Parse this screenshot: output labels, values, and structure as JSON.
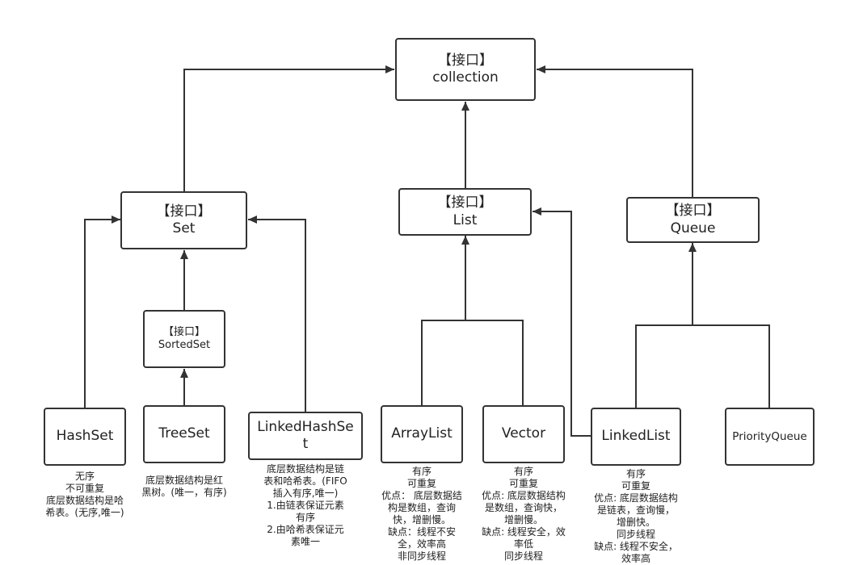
{
  "nodes": {
    "collection": {
      "line1": "【接口】",
      "line2": "collection"
    },
    "set": {
      "line1": "【接口】",
      "line2": "Set"
    },
    "list": {
      "line1": "【接口】",
      "line2": "List"
    },
    "queue": {
      "line1": "【接口】",
      "line2": "Queue"
    },
    "sortedset": {
      "line1": "【接口】",
      "line2": "SortedSet"
    },
    "hashset": {
      "label": "HashSet"
    },
    "treeset": {
      "label": "TreeSet"
    },
    "linkedhashset": {
      "label": "LinkedHashSet"
    },
    "arraylist": {
      "label": "ArrayList"
    },
    "vector": {
      "label": "Vector"
    },
    "linkedlist": {
      "label": "LinkedList"
    },
    "priorityqueue": {
      "label": "PriorityQueue"
    }
  },
  "notes": {
    "hashset": "无序\n不可重复\n底层数据结构是哈\n希表。(无序,唯一)",
    "treeset": "底层数据结构是红\n黑树。(唯一，有序)",
    "linkedhashset": "底层数据结构是链\n表和哈希表。(FIFO\n插入有序,唯一)\n1.由链表保证元素\n有序\n2.由哈希表保证元\n素唯一",
    "arraylist": "有序\n可重复\n优点： 底层数据结\n构是数组，查询\n快，增删慢。\n缺点：线程不安\n全，效率高\n非同步线程",
    "vector": "有序\n可重复\n优点: 底层数据结构\n是数组，查询快，\n增删慢。\n缺点: 线程安全，效\n率低\n同步线程",
    "linkedlist": "有序\n可重复\n优点: 底层数据结构\n是链表，查询慢，\n增删快。\n同步线程\n缺点: 线程不安全，\n效率高"
  },
  "colors": {
    "line": "#333333",
    "box_border": "#333333",
    "background": "#ffffff"
  }
}
